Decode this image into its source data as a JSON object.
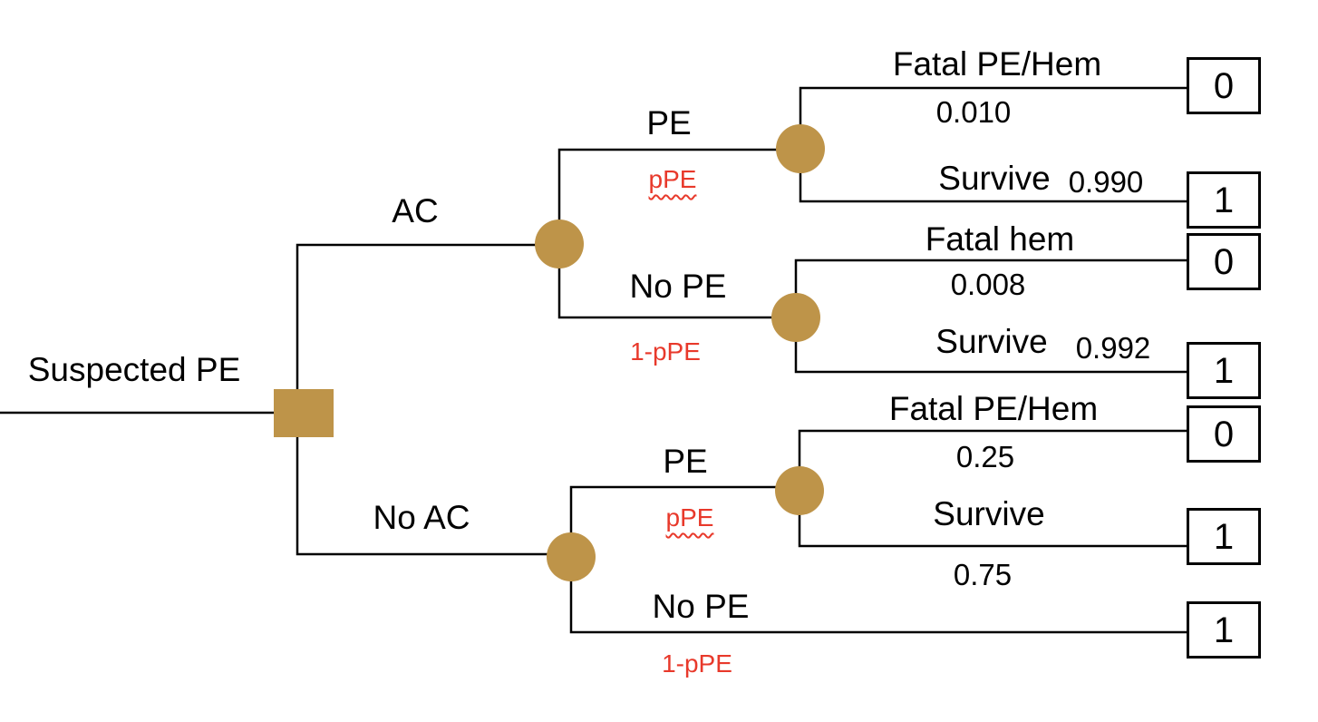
{
  "colors": {
    "node_fill": "#BE9449",
    "line": "#000000",
    "variable_red": "#E8392B"
  },
  "root": {
    "label": "Suspected PE",
    "node_type": "decision"
  },
  "tree": {
    "ac": {
      "label": "AC",
      "node_type": "chance",
      "pe": {
        "label": "PE",
        "prob_label": "pPE",
        "node_type": "chance",
        "fatal": {
          "label": "Fatal PE/Hem",
          "prob": "0.010",
          "payoff": "0"
        },
        "survive": {
          "label": "Survive",
          "prob": "0.990",
          "payoff": "1"
        }
      },
      "no_pe": {
        "label": "No PE",
        "prob_label": "1-pPE",
        "node_type": "chance",
        "fatal": {
          "label": "Fatal hem",
          "prob": "0.008",
          "payoff": "0"
        },
        "survive": {
          "label": "Survive",
          "prob": "0.992",
          "payoff": "1"
        }
      }
    },
    "no_ac": {
      "label": "No AC",
      "node_type": "chance",
      "pe": {
        "label": "PE",
        "prob_label": "pPE",
        "node_type": "chance",
        "fatal": {
          "label": "Fatal PE/Hem",
          "prob": "0.25",
          "payoff": "0"
        },
        "survive": {
          "label": "Survive",
          "prob": "0.75",
          "payoff": "1"
        }
      },
      "no_pe": {
        "label": "No PE",
        "prob_label": "1-pPE",
        "payoff": "1"
      }
    }
  }
}
